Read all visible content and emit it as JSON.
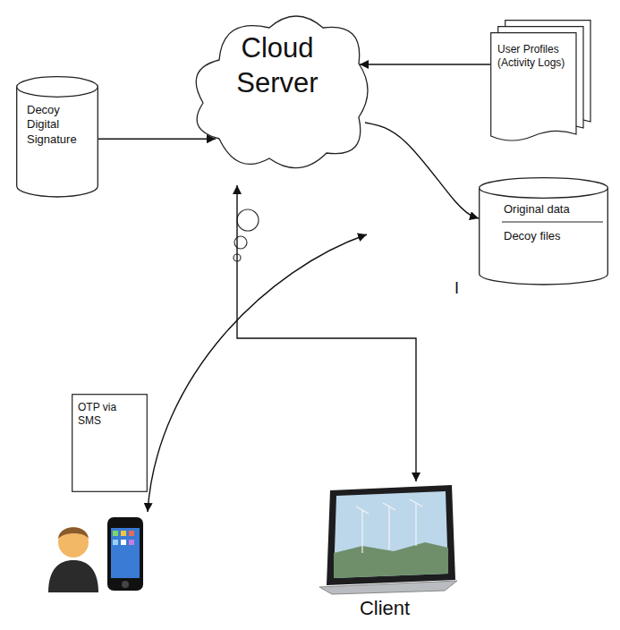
{
  "diagram": {
    "nodes": [
      {
        "text": [
          "Decoy Digital Signature"
        ]
      },
      {
        "text": [
          "Cloud Server"
        ]
      },
      {
        "text": [
          "User Profiles (Activity Logs)"
        ]
      },
      {
        "text": [
          "Original data",
          "Decoy files"
        ]
      },
      {
        "text": [
          "OTP via SMS"
        ]
      },
      {
        "text": [
          "Client"
        ]
      }
    ],
    "edges": [
      {
        "from": 0,
        "to": 1,
        "arrow": "to"
      },
      {
        "from": 2,
        "to": 1,
        "arrow": "to"
      },
      {
        "from": 1,
        "to": 3,
        "arrow": "to"
      },
      {
        "from": 1,
        "to": 5,
        "arrow": "both"
      }
    ],
    "labels": [
      "I"
    ]
  }
}
